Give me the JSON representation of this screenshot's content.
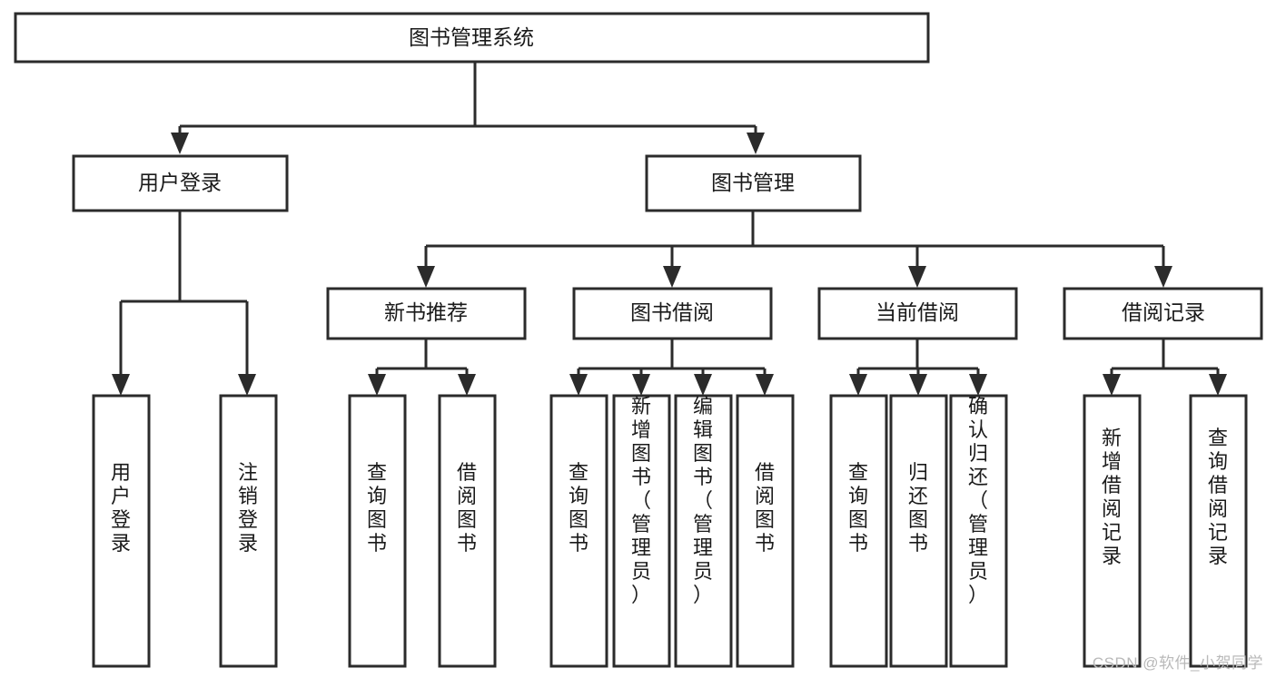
{
  "diagram": {
    "type": "tree-hierarchy",
    "title": "图书管理系统",
    "orientation": "top-down",
    "colors": {
      "background": "#ffffff",
      "node_fill": "#ffffff",
      "node_stroke": "#2b2b2b",
      "connector": "#2b2b2b",
      "text": "#1a1a1a",
      "watermark": "#b9b9b9"
    },
    "root": {
      "label": "图书管理系统",
      "level": 1
    },
    "level2": [
      {
        "label": "用户登录"
      },
      {
        "label": "图书管理"
      }
    ],
    "level3": [
      {
        "label": "新书推荐"
      },
      {
        "label": "图书借阅"
      },
      {
        "label": "当前借阅"
      },
      {
        "label": "借阅记录"
      }
    ],
    "leaves": {
      "user_login": [
        {
          "label": "用户登录"
        },
        {
          "label": "注销登录"
        }
      ],
      "new_book_recommend": [
        {
          "label": "查询图书"
        },
        {
          "label": "借阅图书"
        }
      ],
      "book_borrow": [
        {
          "label": "查询图书"
        },
        {
          "label": "新增图书（管理员）"
        },
        {
          "label": "编辑图书（管理员）"
        },
        {
          "label": "借阅图书"
        }
      ],
      "current_borrow": [
        {
          "label": "查询图书"
        },
        {
          "label": "归还图书"
        },
        {
          "label": "确认归还（管理员）"
        }
      ],
      "borrow_record": [
        {
          "label": "新增借阅记录"
        },
        {
          "label": "查询借阅记录"
        }
      ]
    },
    "watermark": "CSDN @软件_小贺同学"
  }
}
